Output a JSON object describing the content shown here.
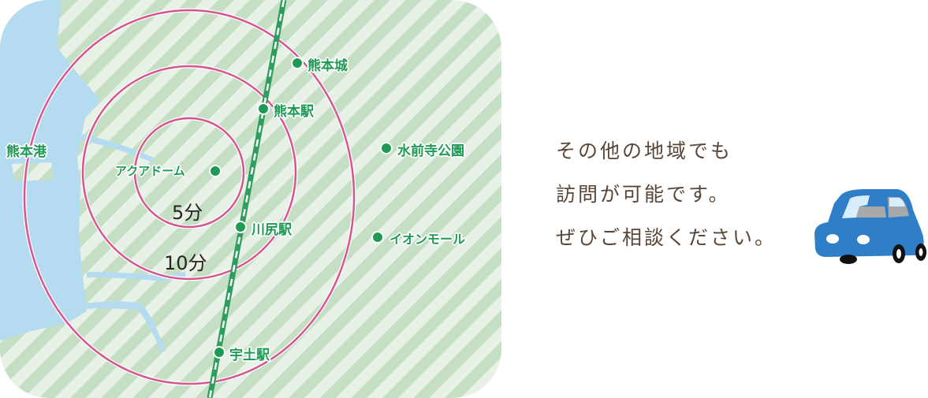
{
  "map": {
    "places": [
      "熊本城",
      "熊本駅",
      "水前寺公園",
      "アクアドーム",
      "川尻駅",
      "イオンモール",
      "宇土駅",
      "熊本港"
    ],
    "rings": [
      "5分",
      "10分"
    ],
    "colors": {
      "land_light": "#e8f1e6",
      "land_stripe": "#c4dfc4",
      "sea": "#b5dbf0",
      "ring": "#d6558f",
      "rail": "#2e9e5e",
      "marker": "#1f9a55"
    }
  },
  "message": {
    "lines": [
      "その他の地域でも",
      "訪問が可能です。",
      "ぜひご相談ください。"
    ]
  },
  "icons": {
    "car": "car-icon"
  }
}
